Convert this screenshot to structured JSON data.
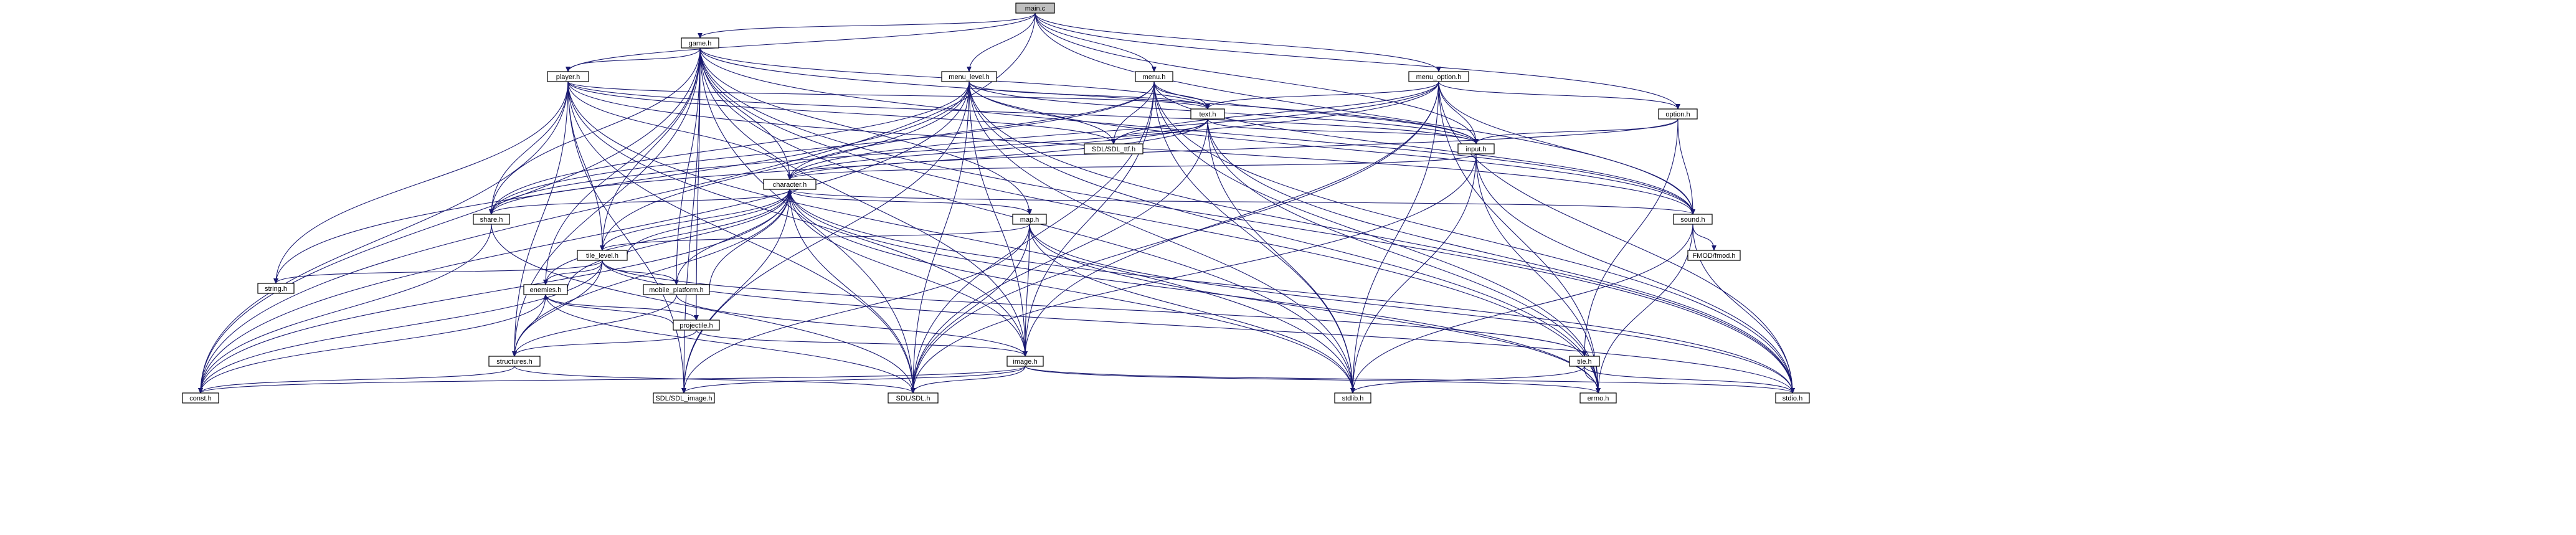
{
  "diagram": {
    "nodes": [
      {
        "id": "main_c",
        "label": "main.c",
        "root": true
      },
      {
        "id": "game_h",
        "label": "game.h"
      },
      {
        "id": "player_h",
        "label": "player.h"
      },
      {
        "id": "menu_level_h",
        "label": "menu_level.h"
      },
      {
        "id": "menu_h",
        "label": "menu.h"
      },
      {
        "id": "menu_option_h",
        "label": "menu_option.h"
      },
      {
        "id": "text_h",
        "label": "text.h"
      },
      {
        "id": "option_h",
        "label": "option.h"
      },
      {
        "id": "sdl_ttf_h",
        "label": "SDL/SDL_ttf.h"
      },
      {
        "id": "input_h",
        "label": "input.h"
      },
      {
        "id": "character_h",
        "label": "character.h"
      },
      {
        "id": "share_h",
        "label": "share.h"
      },
      {
        "id": "sound_h",
        "label": "sound.h"
      },
      {
        "id": "map_h",
        "label": "map.h"
      },
      {
        "id": "tile_level_h",
        "label": "tile_level.h"
      },
      {
        "id": "fmod_h",
        "label": "FMOD/fmod.h"
      },
      {
        "id": "string_h",
        "label": "string.h"
      },
      {
        "id": "enemies_h",
        "label": "enemies.h"
      },
      {
        "id": "mobile_platform_h",
        "label": "mobile_platform.h"
      },
      {
        "id": "projectile_h",
        "label": "projectile.h"
      },
      {
        "id": "structures_h",
        "label": "structures.h"
      },
      {
        "id": "image_h",
        "label": "image.h"
      },
      {
        "id": "tile_h",
        "label": "tile.h"
      },
      {
        "id": "const_h",
        "label": "const.h"
      },
      {
        "id": "sdl_image_h",
        "label": "SDL/SDL_image.h"
      },
      {
        "id": "sdl_h",
        "label": "SDL/SDL.h"
      },
      {
        "id": "stdlib_h",
        "label": "stdlib.h"
      },
      {
        "id": "errno_h",
        "label": "errno.h"
      },
      {
        "id": "stdio_h",
        "label": "stdio.h"
      }
    ],
    "edges": [
      [
        "main_c",
        "game_h"
      ],
      [
        "main_c",
        "menu_level_h"
      ],
      [
        "main_c",
        "menu_h"
      ],
      [
        "main_c",
        "menu_option_h"
      ],
      [
        "main_c",
        "player_h"
      ],
      [
        "main_c",
        "const_h"
      ],
      [
        "main_c",
        "input_h"
      ],
      [
        "main_c",
        "sound_h"
      ],
      [
        "main_c",
        "option_h"
      ],
      [
        "game_h",
        "player_h"
      ],
      [
        "game_h",
        "text_h"
      ],
      [
        "game_h",
        "input_h"
      ],
      [
        "game_h",
        "character_h"
      ],
      [
        "game_h",
        "map_h"
      ],
      [
        "game_h",
        "share_h"
      ],
      [
        "game_h",
        "sound_h"
      ],
      [
        "game_h",
        "image_h"
      ],
      [
        "game_h",
        "structures_h"
      ],
      [
        "game_h",
        "const_h"
      ],
      [
        "game_h",
        "sdl_image_h"
      ],
      [
        "game_h",
        "sdl_h"
      ],
      [
        "game_h",
        "stdlib_h"
      ],
      [
        "game_h",
        "errno_h"
      ],
      [
        "game_h",
        "stdio_h"
      ],
      [
        "game_h",
        "tile_level_h"
      ],
      [
        "game_h",
        "enemies_h"
      ],
      [
        "game_h",
        "mobile_platform_h"
      ],
      [
        "game_h",
        "projectile_h"
      ],
      [
        "player_h",
        "text_h"
      ],
      [
        "player_h",
        "input_h"
      ],
      [
        "player_h",
        "sdl_ttf_h"
      ],
      [
        "player_h",
        "share_h"
      ],
      [
        "player_h",
        "sound_h"
      ],
      [
        "player_h",
        "image_h"
      ],
      [
        "player_h",
        "structures_h"
      ],
      [
        "player_h",
        "const_h"
      ],
      [
        "player_h",
        "sdl_image_h"
      ],
      [
        "player_h",
        "sdl_h"
      ],
      [
        "player_h",
        "stdlib_h"
      ],
      [
        "player_h",
        "tile_level_h"
      ],
      [
        "player_h",
        "string_h"
      ],
      [
        "player_h",
        "character_h"
      ],
      [
        "menu_level_h",
        "text_h"
      ],
      [
        "menu_level_h",
        "input_h"
      ],
      [
        "menu_level_h",
        "sdl_ttf_h"
      ],
      [
        "menu_level_h",
        "share_h"
      ],
      [
        "menu_level_h",
        "image_h"
      ],
      [
        "menu_level_h",
        "const_h"
      ],
      [
        "menu_level_h",
        "sdl_h"
      ],
      [
        "menu_level_h",
        "stdlib_h"
      ],
      [
        "menu_level_h",
        "stdio_h"
      ],
      [
        "menu_level_h",
        "errno_h"
      ],
      [
        "menu_level_h",
        "tile_level_h"
      ],
      [
        "menu_level_h",
        "string_h"
      ],
      [
        "menu_level_h",
        "sound_h"
      ],
      [
        "menu_level_h",
        "sdl_image_h"
      ],
      [
        "menu_h",
        "text_h"
      ],
      [
        "menu_h",
        "input_h"
      ],
      [
        "menu_h",
        "sdl_ttf_h"
      ],
      [
        "menu_h",
        "share_h"
      ],
      [
        "menu_h",
        "sound_h"
      ],
      [
        "menu_h",
        "image_h"
      ],
      [
        "menu_h",
        "sdl_h"
      ],
      [
        "menu_h",
        "stdlib_h"
      ],
      [
        "menu_h",
        "errno_h"
      ],
      [
        "menu_h",
        "stdio_h"
      ],
      [
        "menu_h",
        "character_h"
      ],
      [
        "menu_option_h",
        "text_h"
      ],
      [
        "menu_option_h",
        "option_h"
      ],
      [
        "menu_option_h",
        "input_h"
      ],
      [
        "menu_option_h",
        "sdl_ttf_h"
      ],
      [
        "menu_option_h",
        "sound_h"
      ],
      [
        "menu_option_h",
        "image_h"
      ],
      [
        "menu_option_h",
        "sdl_h"
      ],
      [
        "menu_option_h",
        "stdlib_h"
      ],
      [
        "menu_option_h",
        "errno_h"
      ],
      [
        "menu_option_h",
        "stdio_h"
      ],
      [
        "menu_option_h",
        "share_h"
      ],
      [
        "menu_option_h",
        "character_h"
      ],
      [
        "text_h",
        "sdl_ttf_h"
      ],
      [
        "text_h",
        "input_h"
      ],
      [
        "text_h",
        "character_h"
      ],
      [
        "text_h",
        "sdl_h"
      ],
      [
        "text_h",
        "stdlib_h"
      ],
      [
        "text_h",
        "errno_h"
      ],
      [
        "text_h",
        "stdio_h"
      ],
      [
        "text_h",
        "share_h"
      ],
      [
        "option_h",
        "input_h"
      ],
      [
        "option_h",
        "sound_h"
      ],
      [
        "option_h",
        "tile_h"
      ],
      [
        "option_h",
        "character_h"
      ],
      [
        "input_h",
        "character_h"
      ],
      [
        "input_h",
        "sdl_h"
      ],
      [
        "input_h",
        "stdlib_h"
      ],
      [
        "input_h",
        "errno_h"
      ],
      [
        "input_h",
        "stdio_h"
      ],
      [
        "character_h",
        "share_h"
      ],
      [
        "character_h",
        "sound_h"
      ],
      [
        "character_h",
        "map_h"
      ],
      [
        "character_h",
        "tile_level_h"
      ],
      [
        "character_h",
        "enemies_h"
      ],
      [
        "character_h",
        "mobile_platform_h"
      ],
      [
        "character_h",
        "structures_h"
      ],
      [
        "character_h",
        "image_h"
      ],
      [
        "character_h",
        "const_h"
      ],
      [
        "character_h",
        "sdl_image_h"
      ],
      [
        "character_h",
        "sdl_h"
      ],
      [
        "character_h",
        "stdlib_h"
      ],
      [
        "character_h",
        "errno_h"
      ],
      [
        "character_h",
        "stdio_h"
      ],
      [
        "share_h",
        "const_h"
      ],
      [
        "share_h",
        "sdl_h"
      ],
      [
        "sound_h",
        "fmod_h"
      ],
      [
        "sound_h",
        "stdlib_h"
      ],
      [
        "sound_h",
        "errno_h"
      ],
      [
        "sound_h",
        "stdio_h"
      ],
      [
        "map_h",
        "tile_level_h"
      ],
      [
        "map_h",
        "image_h"
      ],
      [
        "map_h",
        "sdl_image_h"
      ],
      [
        "map_h",
        "sdl_h"
      ],
      [
        "map_h",
        "stdlib_h"
      ],
      [
        "map_h",
        "errno_h"
      ],
      [
        "map_h",
        "stdio_h"
      ],
      [
        "tile_level_h",
        "enemies_h"
      ],
      [
        "tile_level_h",
        "mobile_platform_h"
      ],
      [
        "tile_level_h",
        "structures_h"
      ],
      [
        "tile_level_h",
        "string_h"
      ],
      [
        "tile_level_h",
        "const_h"
      ],
      [
        "tile_level_h",
        "tile_h"
      ],
      [
        "tile_level_h",
        "stdio_h"
      ],
      [
        "tile_level_h",
        "character_h"
      ],
      [
        "enemies_h",
        "projectile_h"
      ],
      [
        "enemies_h",
        "structures_h"
      ],
      [
        "enemies_h",
        "const_h"
      ],
      [
        "enemies_h",
        "sdl_h"
      ],
      [
        "enemies_h",
        "character_h"
      ],
      [
        "mobile_platform_h",
        "structures_h"
      ],
      [
        "mobile_platform_h",
        "image_h"
      ],
      [
        "mobile_platform_h",
        "character_h"
      ],
      [
        "projectile_h",
        "structures_h"
      ],
      [
        "projectile_h",
        "image_h"
      ],
      [
        "projectile_h",
        "enemies_h"
      ],
      [
        "structures_h",
        "const_h"
      ],
      [
        "structures_h",
        "sdl_h"
      ],
      [
        "image_h",
        "sdl_image_h"
      ],
      [
        "image_h",
        "sdl_h"
      ],
      [
        "image_h",
        "const_h"
      ],
      [
        "image_h",
        "errno_h"
      ],
      [
        "image_h",
        "stdio_h"
      ],
      [
        "tile_h",
        "stdlib_h"
      ],
      [
        "tile_h",
        "errno_h"
      ],
      [
        "tile_h",
        "stdio_h"
      ]
    ]
  }
}
